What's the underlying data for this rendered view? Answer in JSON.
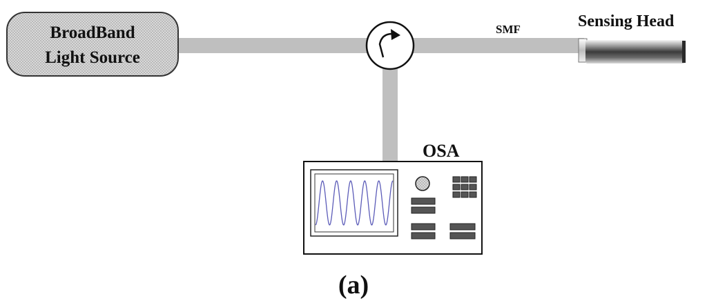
{
  "source": {
    "line1": "BroadBand",
    "line2": "Light Source"
  },
  "fiber_label": "SMF",
  "sensing_head_label": "Sensing Head",
  "osa_label": "OSA",
  "panel_label": "(a)",
  "icons": {
    "circulator": "circulator-icon",
    "sensing_head": "sensing-head-icon",
    "osa_display": "osa-waveform-icon"
  },
  "colors": {
    "fiber": "#bfbfbf",
    "source_fill": "#cfcfcf",
    "waveform": "#5b5bb8"
  }
}
